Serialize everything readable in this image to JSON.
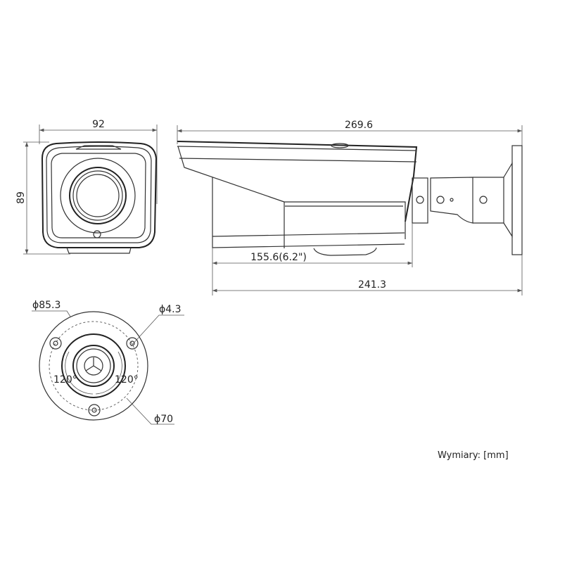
{
  "front_view": {
    "width_label": "92",
    "height_label": "89"
  },
  "side_view": {
    "total_length_label": "269.6",
    "body_length_label": "155.6(6.2\")",
    "mount_length_label": "241.3"
  },
  "base_view": {
    "outer_diameter_label": "ϕ85.3",
    "hole_diameter_label": "ϕ4.3",
    "bolt_circle_label": "ϕ70",
    "angle_left_label": "120°",
    "angle_right_label": "120°"
  },
  "units_note": "Wymiary: [mm]"
}
